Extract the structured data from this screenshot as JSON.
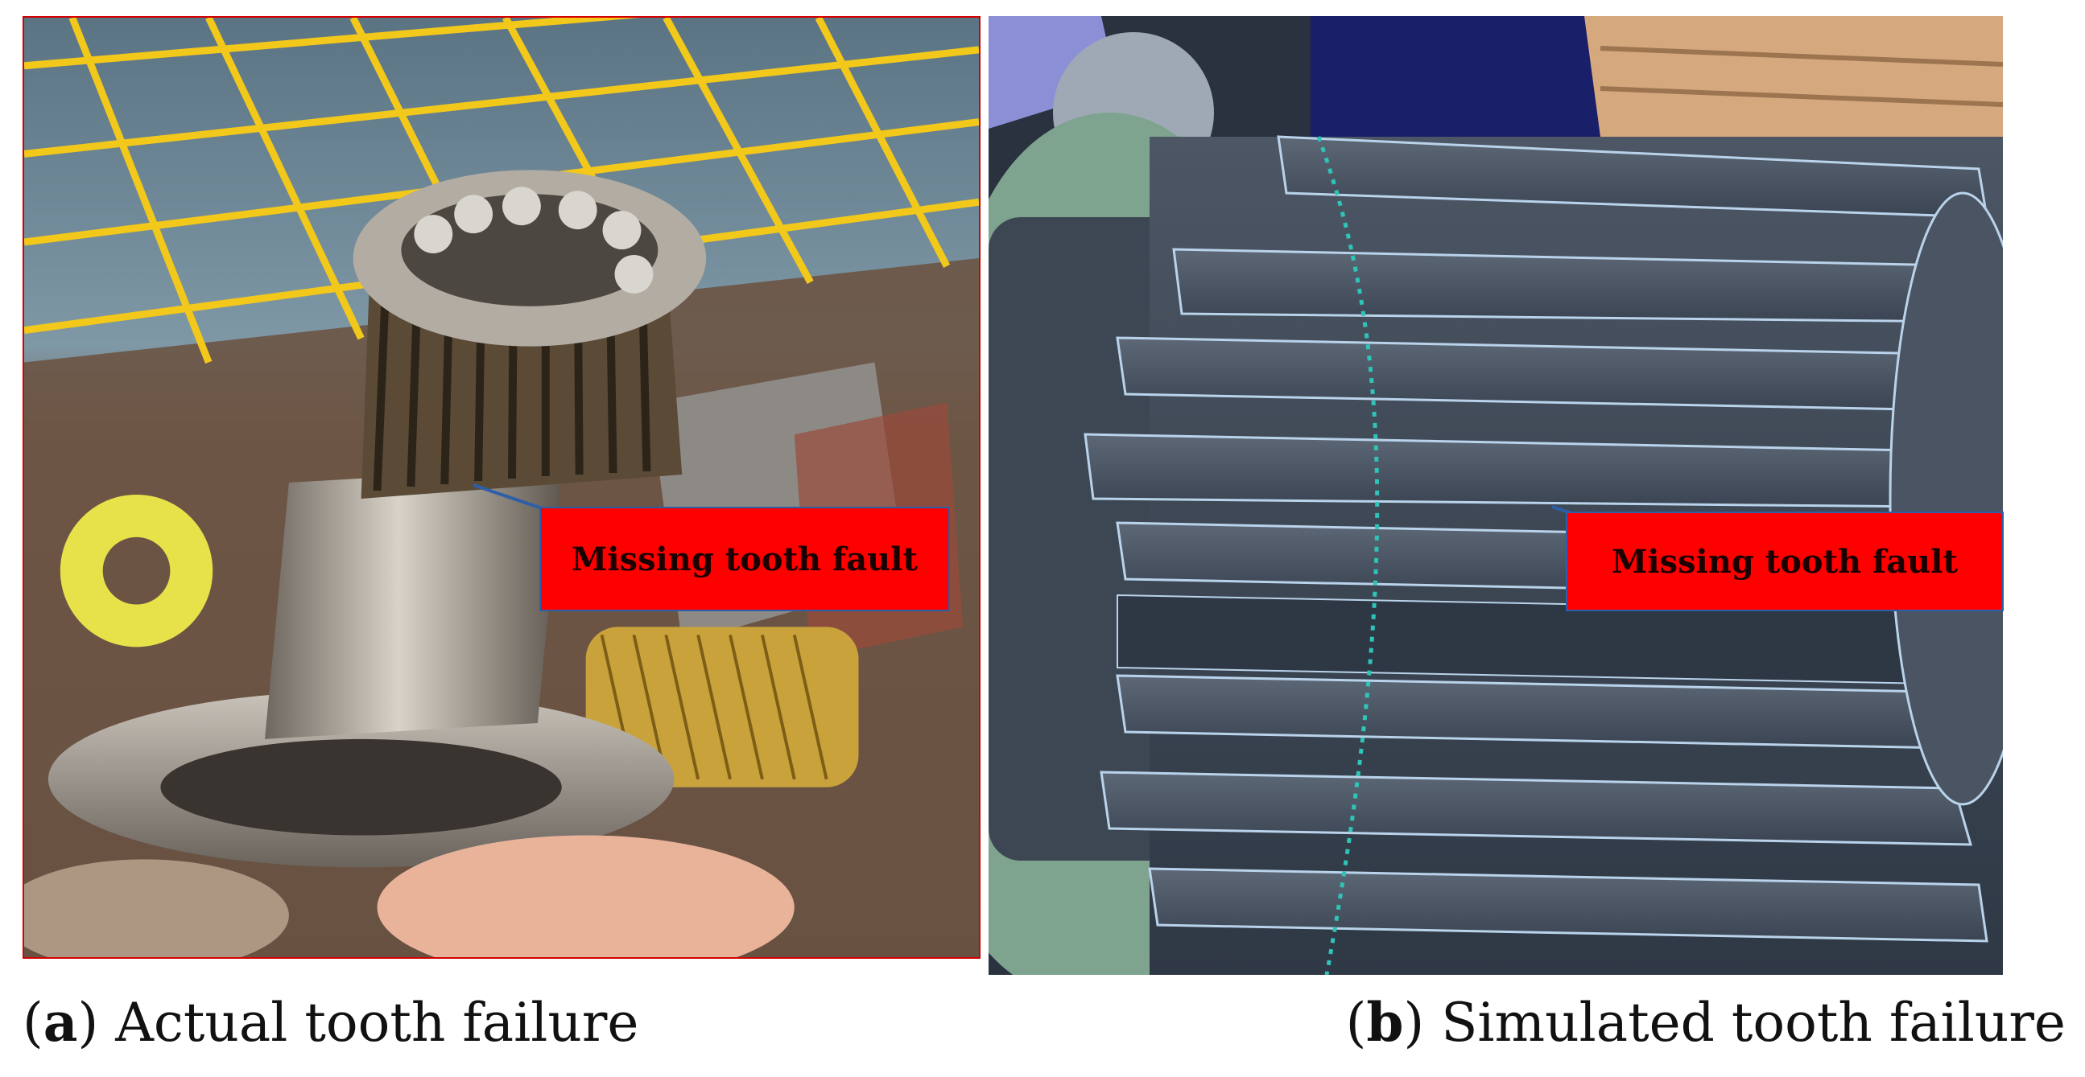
{
  "panel_a": {
    "callout_text": "Missing tooth fault",
    "caption_letter": "a",
    "caption_text": "Actual tooth failure"
  },
  "panel_b": {
    "callout_text": "Missing tooth fault",
    "caption_letter": "b",
    "caption_text": "Simulated tooth failure"
  },
  "colors": {
    "callout_fill": "#ff0000",
    "callout_border": "#2d5fa8",
    "grid_yellow": "#f2c81a",
    "gear_dark": "#3a4452",
    "gear_edge": "#b9d3ea",
    "pitch_line": "#2fc4b8"
  }
}
